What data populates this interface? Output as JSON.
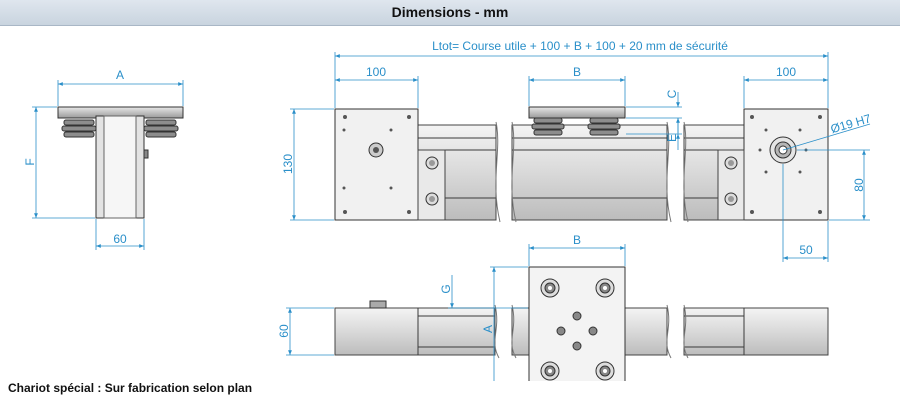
{
  "header": {
    "title": "Dimensions - mm"
  },
  "dimensions": {
    "ltot": "Ltot= Course utile + 100 + B + 100 + 20 mm de sécurité",
    "front_left": "100",
    "front_B": "B",
    "front_right": "100",
    "front_C": "C",
    "front_E": "E",
    "front_height": "130",
    "bore": "Ø19 H7",
    "bore_vertical": "80",
    "bore_horizontal": "50",
    "side_A": "A",
    "side_F": "F",
    "side_width": "60",
    "top_B": "B",
    "top_G": "G",
    "top_A": "A",
    "top_height": "60"
  },
  "footer": {
    "note": "Chariot spécial : Sur fabrication selon plan"
  }
}
